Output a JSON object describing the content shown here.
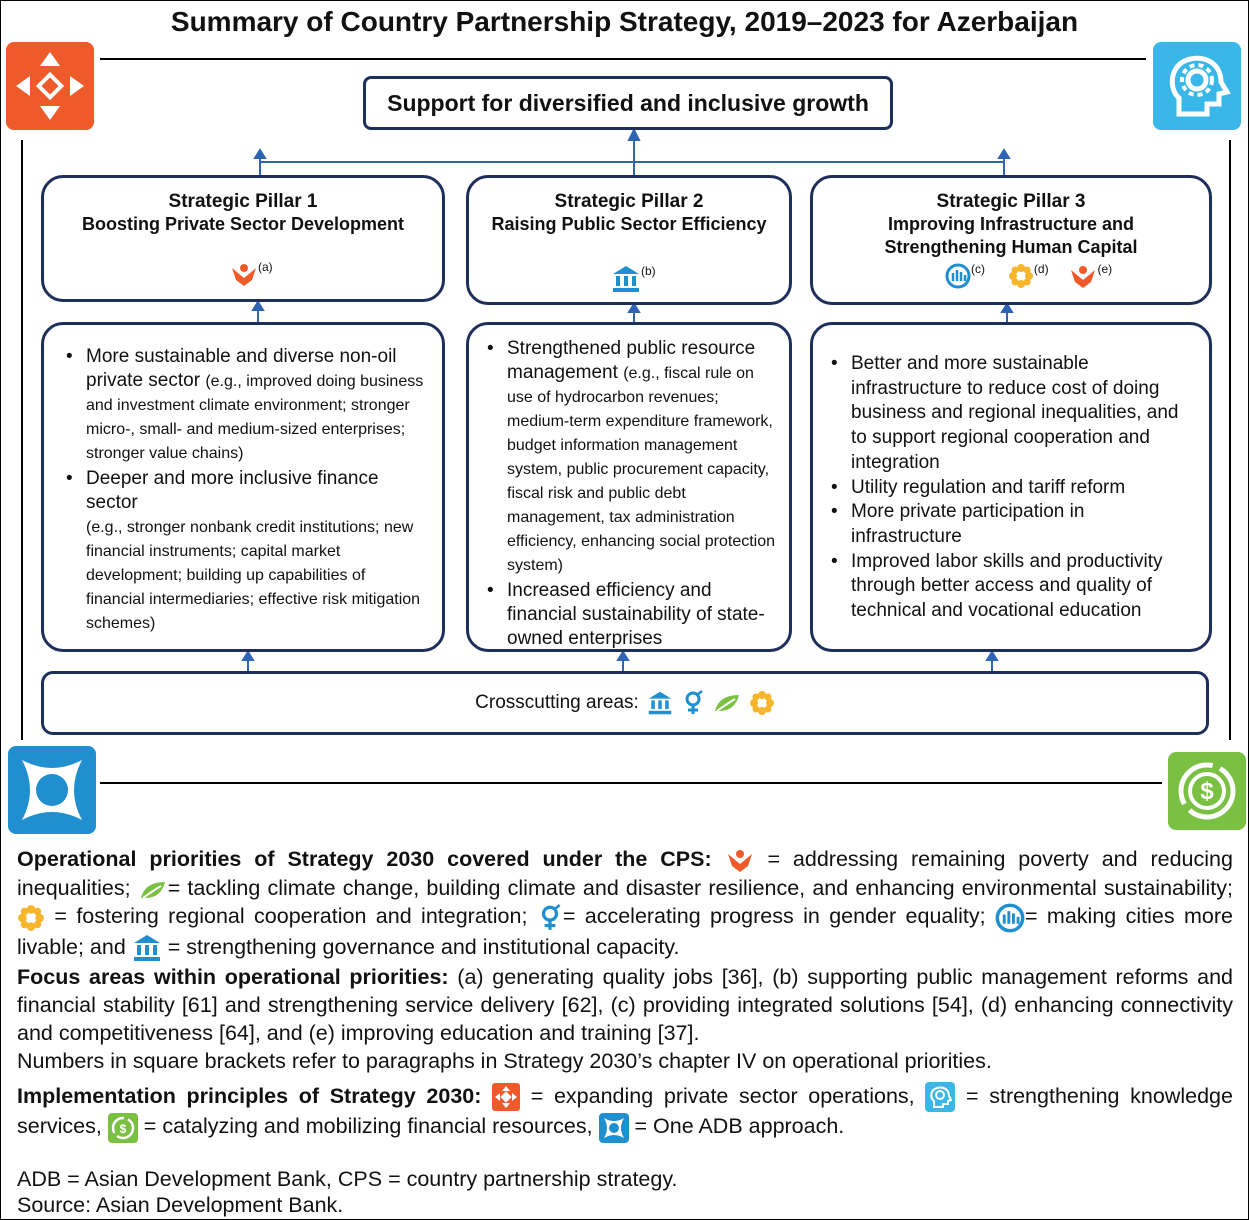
{
  "title": "Summary of Country Partnership Strategy, 2019–2023 for Azerbaijan",
  "goal": "Support for diversified and inclusive growth",
  "pillars": [
    {
      "heading": "Strategic Pillar 1",
      "subtitle": "Boosting Private Sector Development",
      "subtitle2": "",
      "markers": [
        "(a)"
      ],
      "icons": [
        "poverty-icon"
      ]
    },
    {
      "heading": "Strategic Pillar 2",
      "subtitle": "Raising Public Sector Efficiency",
      "subtitle2": "",
      "markers": [
        "(b)"
      ],
      "icons": [
        "governance-icon"
      ]
    },
    {
      "heading": "Strategic Pillar 3",
      "subtitle": "Improving Infrastructure and",
      "subtitle2": "Strengthening Human Capital",
      "markers": [
        "(c)",
        "(d)",
        "(e)"
      ],
      "icons": [
        "livable-cities-icon",
        "regional-cooperation-icon",
        "poverty-icon"
      ]
    }
  ],
  "outcomes": [
    {
      "items": [
        {
          "main": "More sustainable and diverse non-oil private sector",
          "detail": "(e.g., improved doing business and investment climate environment; stronger micro-, small- and medium-sized enterprises; stronger value chains)"
        },
        {
          "main": "Deeper and more inclusive finance sector",
          "detail": "(e.g., stronger nonbank credit institutions; new financial instruments; capital market development; building up capabilities of financial intermediaries; effective risk mitigation schemes)"
        }
      ]
    },
    {
      "items": [
        {
          "main": "Strengthened public resource management",
          "detail": "(e.g., fiscal rule on use of hydrocarbon revenues; medium-term expenditure framework, budget information management system, public procurement capacity, fiscal risk and public debt management, tax administration efficiency, enhancing social protection system)"
        },
        {
          "main": "Increased efficiency and financial sustainability of state-owned enterprises",
          "detail": ""
        }
      ]
    },
    {
      "items": [
        {
          "main": "Better and more sustainable infrastructure to reduce cost of doing business and regional inequalities, and to support regional cooperation and integration",
          "detail": ""
        },
        {
          "main": "Utility regulation and tariff reform",
          "detail": ""
        },
        {
          "main": "More private participation in infrastructure",
          "detail": ""
        },
        {
          "main": "Improved labor skills and productivity through better access and quality of technical and vocational  education",
          "detail": ""
        }
      ]
    }
  ],
  "crosscutting": {
    "label": "Crosscutting areas:",
    "icons": [
      "governance-icon",
      "gender-icon",
      "climate-icon",
      "regional-cooperation-icon"
    ]
  },
  "notes": {
    "op_head": "Operational priorities of Strategy 2030 covered under the CPS:",
    "op_poverty": "= addressing remaining poverty and reducing inequalities;",
    "op_climate": "= tackling climate change, building climate and disaster resilience, and enhancing environmental sustainability;",
    "op_regional": "= fostering regional cooperation and integration;",
    "op_gender": "= accelerating progress in gender equality;",
    "op_cities": "= making cities more livable; and",
    "op_governance": "= strengthening governance and institutional capacity.",
    "focus_head": "Focus areas within operational priorities:",
    "focus_text": "(a) generating quality jobs [36], (b) supporting public management reforms and financial stability [61] and strengthening service delivery [62], (c) providing integrated solutions [54], (d) enhancing connectivity and competitiveness [64], and (e) improving education and training [37].",
    "numbers_note": "Numbers in square brackets refer to paragraphs in Strategy 2030’s chapter IV on operational priorities.",
    "impl_head": "Implementation principles of Strategy 2030:",
    "impl_private": "= expanding private sector operations,",
    "impl_knowledge": "= strengthening knowledge services,",
    "impl_finance": "= catalyzing and mobilizing financial resources,",
    "impl_oneadb": "= One ADB approach.",
    "abbrev": "ADB = Asian Development Bank, CPS = country partnership strategy.",
    "source": "Source: Asian Development Bank."
  },
  "colors": {
    "box_border": "#1f2f5c",
    "arrow": "#2f64b4",
    "orange": "#ef5a2a",
    "cyan": "#39b7e8",
    "blue": "#1f8fd0",
    "green": "#7ac143",
    "navy": "#1f2f5c"
  }
}
